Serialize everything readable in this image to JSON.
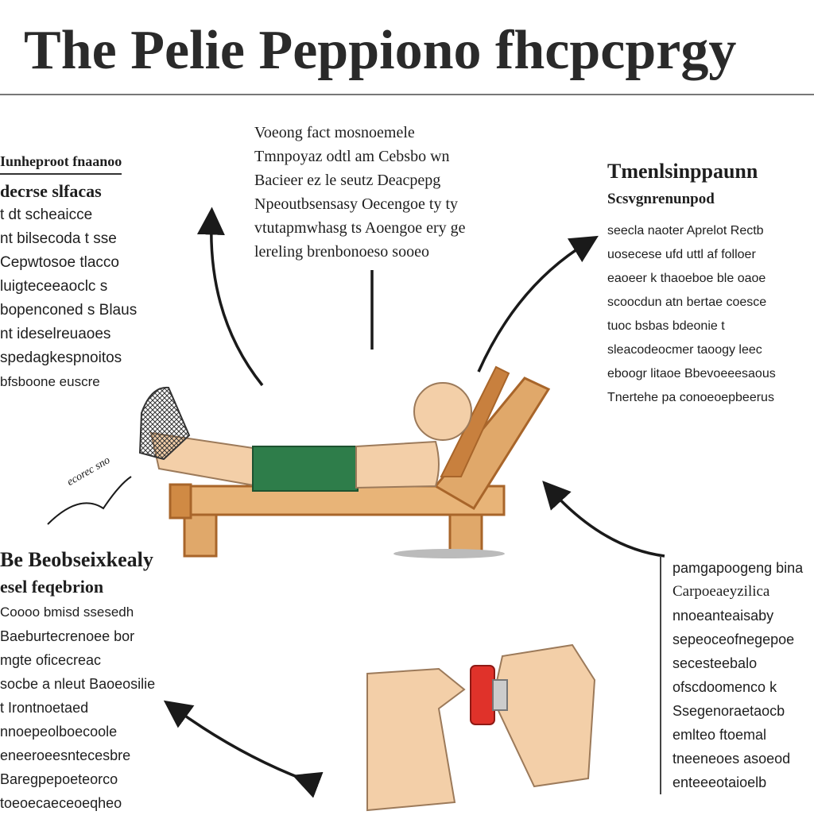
{
  "title": "The Pelie Peppiono fhcpcprgy",
  "top_center": {
    "lines": [
      "Voeong  fact  mosnoemele",
      "Tmnpoyaz  odtl  am Cebsbo  wn",
      "Bacieer  ez  le seutz Deacpepg",
      "Npeoutbsensasy  Oecengoe  ty  ty",
      "vtutapmwhasg  ts  Aoengoe  ery  ge",
      "lereling  brenbonoeso  sooeo"
    ]
  },
  "top_left": {
    "heading": "Iunheproot  fnaanoo",
    "lines": [
      "decrse  slfacas",
      "t  dt  scheaicce",
      "nt  bilsecoda  t  sse",
      "Cepwtosoe  tlacco",
      "luigteceeaoclc  s",
      "bopenconed  s  Blaus",
      "nt  ideselreuaoes",
      "spedagkespnoitos",
      "bfsboone  euscre"
    ]
  },
  "top_right": {
    "heading": "Tmenlsinppaunn",
    "subheading": "Scsvgnrenunpod",
    "lines": [
      "seecla  naoter  Aprelot  Rectb",
      "uosecese  ufd  uttl  af  folloer",
      "eaoeer  k  thaoeboe  ble  oaoe",
      "scoocdun  atn  bertae  coesce",
      "tuoc  bsbas  bdeonie  t",
      "sleacodeocmer  taoogy  leec",
      "eboogr  litaoe  Bbevoeeesaous",
      "Tnertehe  pa  conoeoepbeerus"
    ]
  },
  "bottom_left": {
    "heading": "Be  Beobseixkealy",
    "subheading": "esel  feqebrion",
    "lines": [
      "Coooo  bmisd  ssesedh",
      "Baeburtecrenoee  bor",
      "mgte  oficecreac",
      "socbe  a  nleut  Baoeosilie",
      "t  Irontnoetaed",
      "nnoepeolboecoole",
      "eneeroeesntecesbre",
      "Baregpepoeteorco",
      "toeoecaeceoeqheo"
    ]
  },
  "bottom_right": {
    "lines": [
      "pamgapoogeng  bina",
      "Carpoeaeyzilica",
      "nnoeanteaisaby",
      "sepeoceofnegepoe",
      "secesteebalo",
      "ofscdoomenco  k",
      "Ssegenoraetaocb",
      "emlteo  ftoemal",
      "tneeneoes  asoeod",
      "enteeeotaioelb"
    ]
  },
  "doodle_text": "ecorec  sno",
  "colors": {
    "skin": "#f3cfa8",
    "shorts": "#2e7d4a",
    "bench_wood": "#e0a86a",
    "bench_dark": "#a8652a",
    "weight": "#e0322a",
    "ink": "#1a1a1a"
  }
}
